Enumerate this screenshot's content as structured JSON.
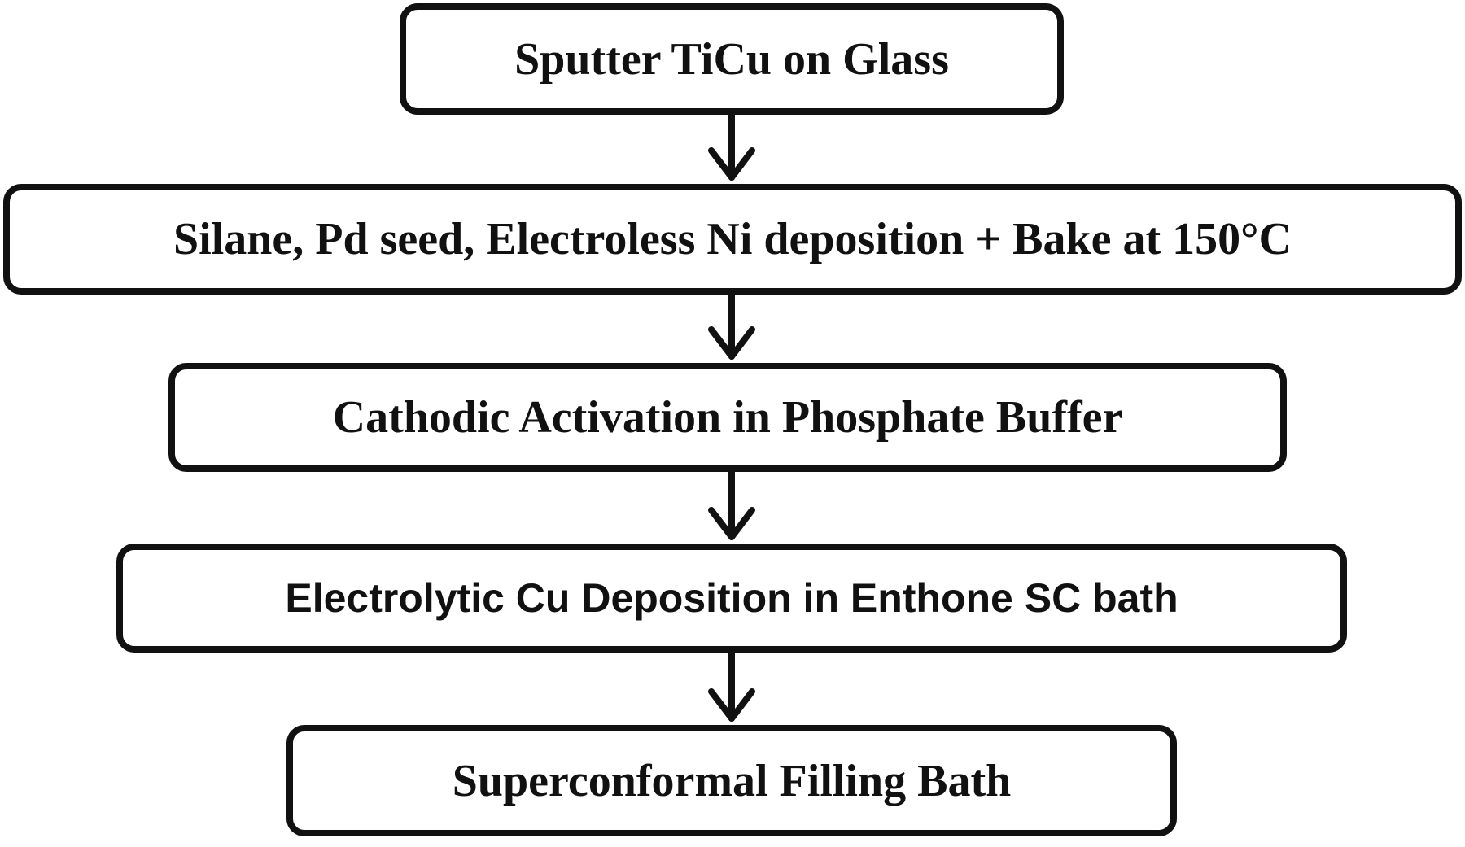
{
  "diagram": {
    "steps": [
      {
        "label": "Sputter TiCu on Glass"
      },
      {
        "label": "Silane, Pd seed, Electroless Ni deposition + Bake at 150°C"
      },
      {
        "label": "Cathodic Activation in Phosphate Buffer"
      },
      {
        "label": "Electrolytic Cu Deposition in Enthone SC bath"
      },
      {
        "label": "Superconformal Filling Bath"
      }
    ],
    "colors": {
      "stroke": "#111111",
      "text": "#111111",
      "background": "#ffffff"
    }
  }
}
